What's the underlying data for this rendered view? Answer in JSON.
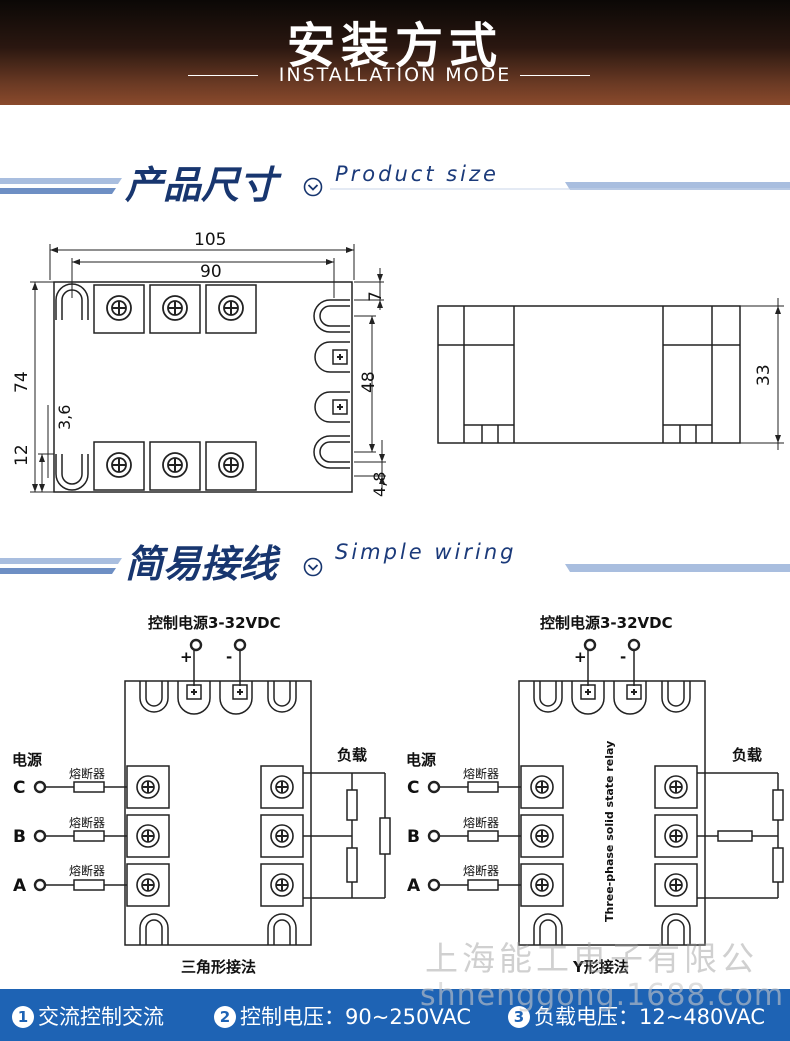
{
  "banner": {
    "title": "安装方式",
    "subtitle": "INSTALLATION MODE"
  },
  "product_size": {
    "title": "产品尺寸",
    "subtitle": "Product size",
    "dims": {
      "w_total": "105",
      "w_inner": "90",
      "h_total": "74",
      "h_top": "7",
      "h_mid": "48",
      "h_bottom_left": "12",
      "d_hole": "3,6",
      "d_bottom_right": "4,8",
      "side_height": "33"
    }
  },
  "simple_wiring": {
    "title": "简易接线",
    "subtitle": "Simple wiring",
    "left": {
      "control": "控制电源3-32VDC",
      "plus": "+",
      "minus": "-",
      "power": "电源",
      "load": "负载",
      "phases": [
        "C",
        "B",
        "A"
      ],
      "fuse": "熔断器",
      "caption": "三角形接法"
    },
    "right": {
      "control": "控制电源3-32VDC",
      "plus": "+",
      "minus": "-",
      "power": "电源",
      "load": "负载",
      "phases": [
        "C",
        "B",
        "A"
      ],
      "fuse": "熔断器",
      "caption": "Y形接法",
      "device_label": "Three-phase solid state relay"
    }
  },
  "watermark": {
    "company": "上海能工电子有限公司",
    "site": "shnenggong.1688.com"
  },
  "footer": {
    "items": [
      {
        "num": "1",
        "text": "交流控制交流"
      },
      {
        "num": "2",
        "text": "控制电压：90~250VAC"
      },
      {
        "num": "3",
        "text": "负载电压：12~480VAC"
      }
    ]
  },
  "colors": {
    "title_blue": "#18366f",
    "footer_blue": "#1e63b4",
    "banner_dark": "#2a1710"
  }
}
